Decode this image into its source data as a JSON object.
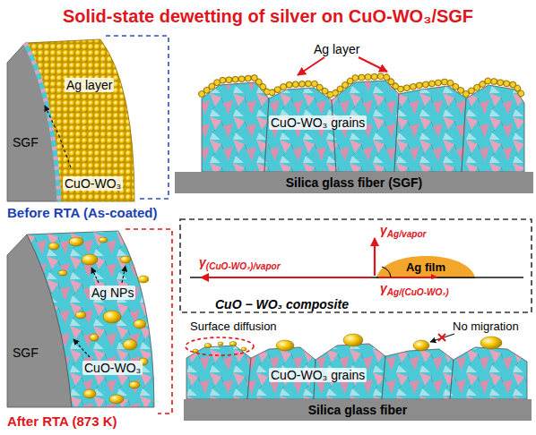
{
  "diagram": {
    "title": "Solid-state dewetting of silver on CuO-WO₃/SGF",
    "nodes": [
      {
        "text": [
          "Silica glass fiber (SGF)"
        ]
      },
      {
        "text": [
          "CuO − WO₃ composite"
        ]
      },
      {
        "text": [
          "Ag film"
        ],
        "in": 1
      },
      {
        "text": [
          "Silica glass fiber"
        ]
      }
    ],
    "labels": [
      "Ag layer",
      "SGF",
      "CuO-WO₃",
      "Before RTA (As-coated)",
      "Ag layer",
      "CuO-WO₃ grains",
      "Ag NPs",
      "SGF",
      "CuO-WO₃",
      "After RTA (873 K)",
      "γAg/vapor",
      "γ(CuO-WO₃)/vapor",
      "γAg/(CuO-WO₃)",
      "Surface diffusion",
      "No migration",
      "CuO-WO₃ grains"
    ]
  }
}
